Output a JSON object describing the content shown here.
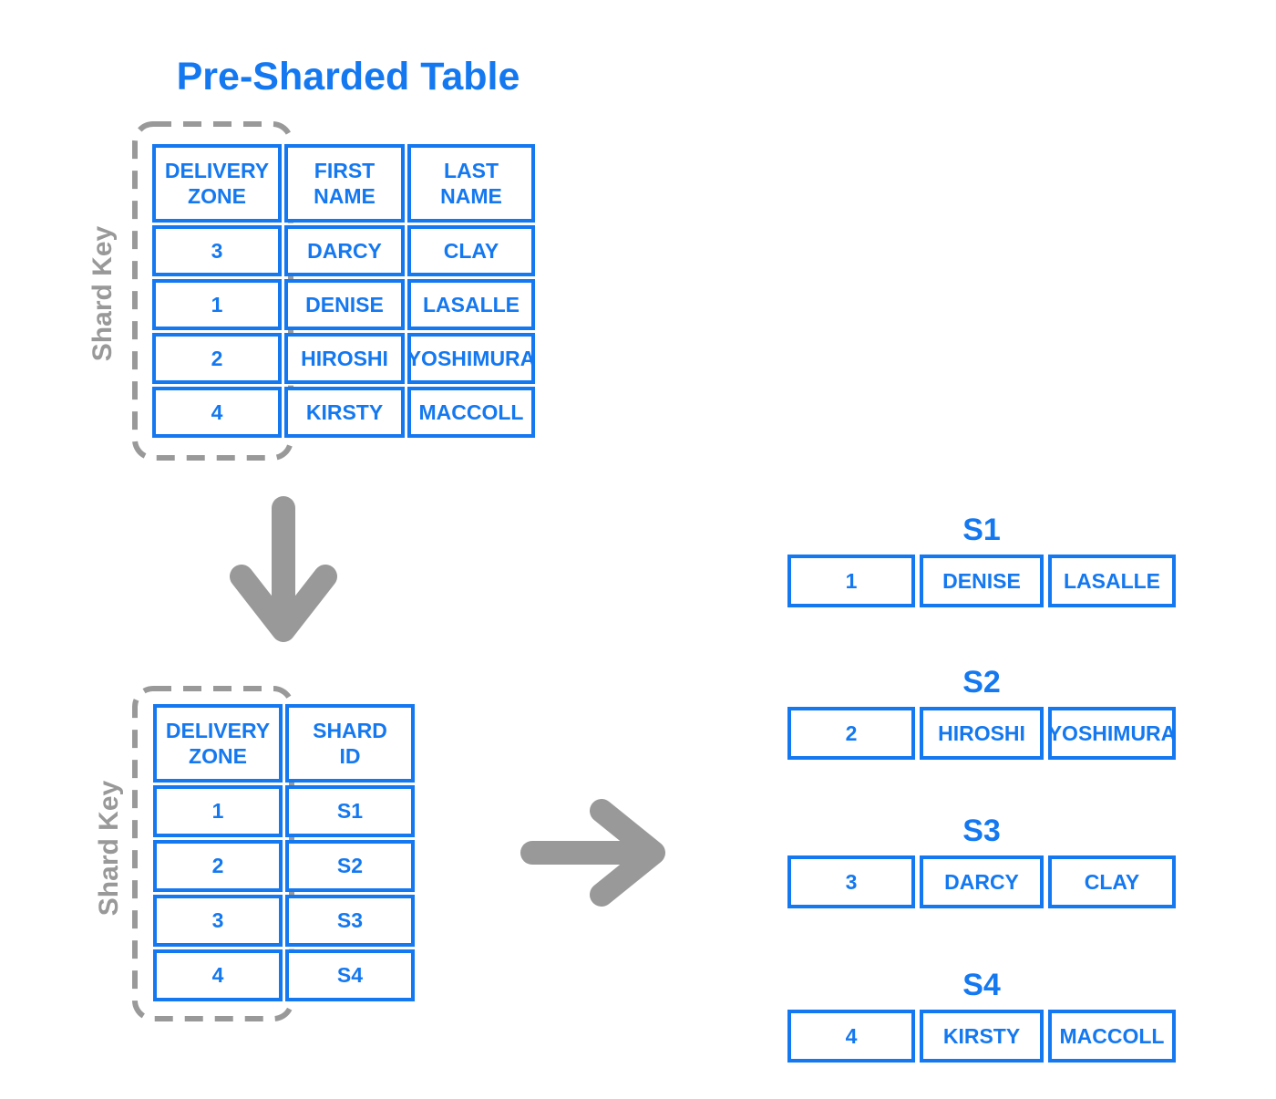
{
  "colors": {
    "blue": "#1478f0",
    "gray": "#999999"
  },
  "title": "Pre-Sharded Table",
  "shard_key_label": "Shard Key",
  "pre_sharded_table": {
    "headers": [
      {
        "line1": "DELIVERY",
        "line2": "ZONE"
      },
      {
        "line1": "FIRST",
        "line2": "NAME"
      },
      {
        "line1": "LAST",
        "line2": "NAME"
      }
    ],
    "rows": [
      [
        "3",
        "DARCY",
        "CLAY"
      ],
      [
        "1",
        "DENISE",
        "LASALLE"
      ],
      [
        "2",
        "HIROSHI",
        "YOSHIMURA"
      ],
      [
        "4",
        "KIRSTY",
        "MACCOLL"
      ]
    ]
  },
  "mapping_table": {
    "headers": [
      {
        "line1": "DELIVERY",
        "line2": "ZONE"
      },
      {
        "line1": "SHARD",
        "line2": "ID"
      }
    ],
    "rows": [
      [
        "1",
        "S1"
      ],
      [
        "2",
        "S2"
      ],
      [
        "3",
        "S3"
      ],
      [
        "4",
        "S4"
      ]
    ]
  },
  "shards": [
    {
      "label": "S1",
      "row": [
        "1",
        "DENISE",
        "LASALLE"
      ]
    },
    {
      "label": "S2",
      "row": [
        "2",
        "HIROSHI",
        "YOSHIMURA"
      ]
    },
    {
      "label": "S3",
      "row": [
        "3",
        "DARCY",
        "CLAY"
      ]
    },
    {
      "label": "S4",
      "row": [
        "4",
        "KIRSTY",
        "MACCOLL"
      ]
    }
  ]
}
